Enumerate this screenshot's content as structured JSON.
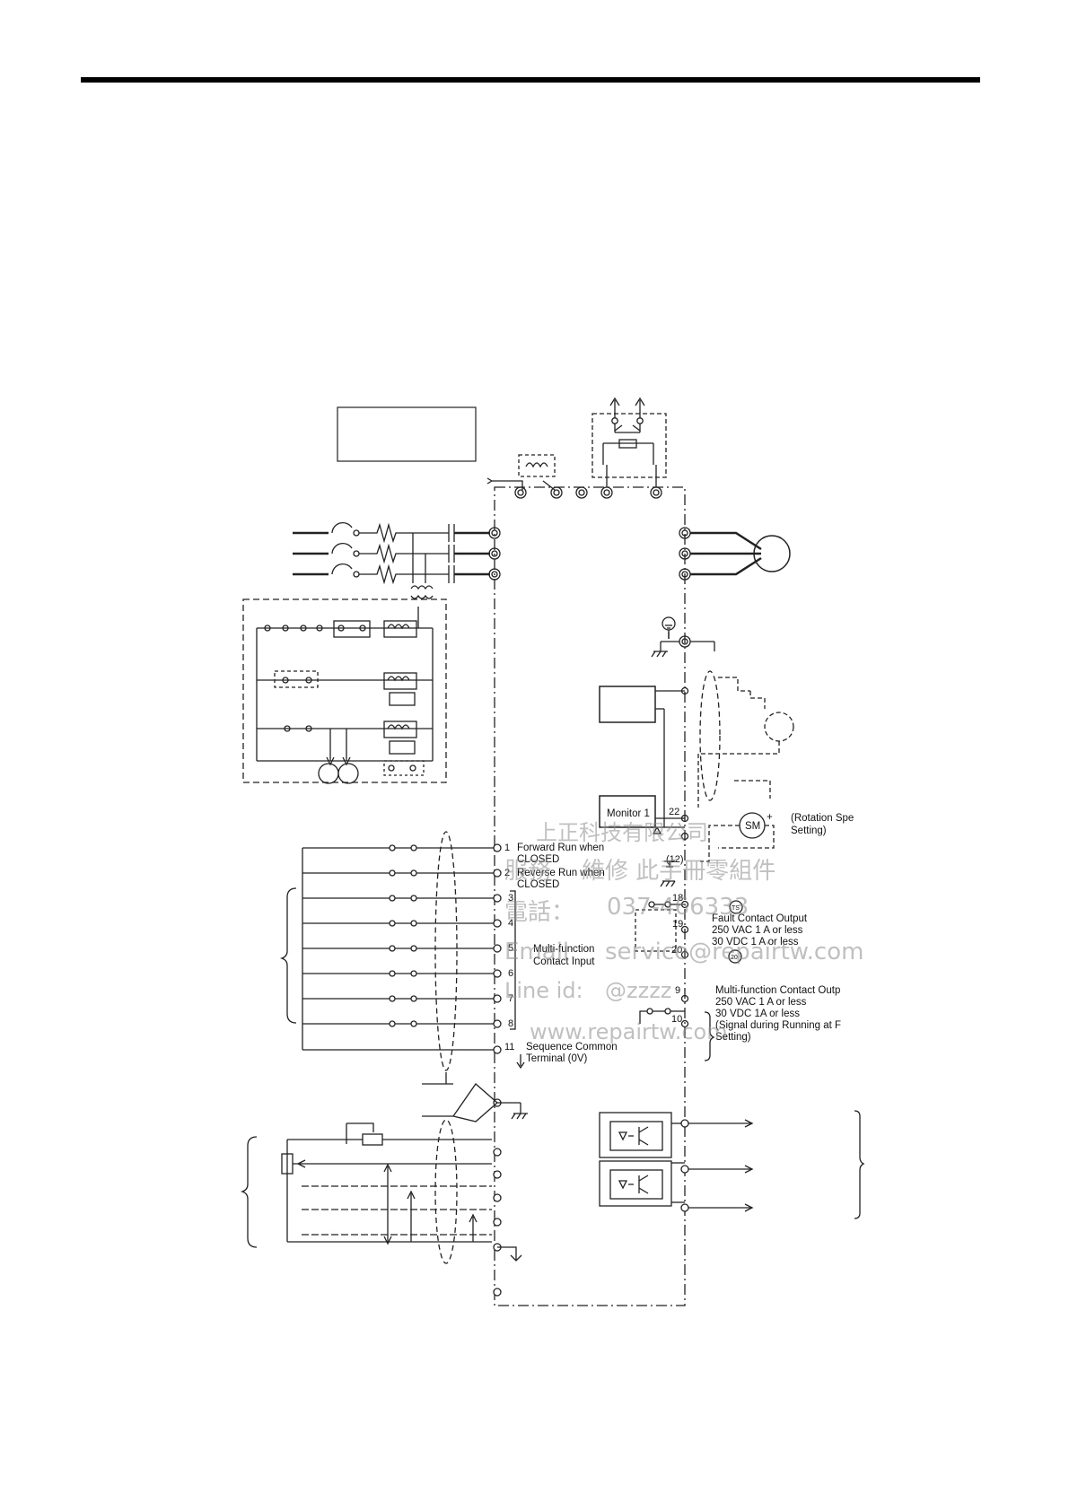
{
  "labels": {
    "monitor": "Monitor 1",
    "rotation_line1": "(Rotation Spe",
    "rotation_line2": "Setting)",
    "sm": "SM",
    "plus": "+",
    "forward_line1": "Forward Run when",
    "forward_line2": "CLOSED",
    "reverse_line1": "Reverse Run when",
    "reverse_line2": "CLOSED",
    "mf_input_line1": "Multi-function",
    "mf_input_line2": "Contact Input",
    "seq_line1": "Sequence Common",
    "seq_line2": "Terminal (0V)",
    "fault_line1": "Fault Contact Output",
    "fault_line2": "250 VAC  1 A or less",
    "fault_line3": "30 VDC  1 A or less",
    "mfo_line1": "Multi-function Contact Outp",
    "mfo_line2": "250 VAC  1 A or less",
    "mfo_line3": "30 VDC  1A or less",
    "mfo_line4": "(Signal during Running at F",
    "mfo_line5": "Setting)",
    "t12": "(12)",
    "mark_ts": "TS",
    "mark_20": "20"
  },
  "terminals": {
    "t1": "1",
    "t2": "2",
    "t3": "3",
    "t4": "4",
    "t5": "5",
    "t6": "6",
    "t7": "7",
    "t8": "8",
    "t11": "11",
    "t22": "22",
    "t18": "18",
    "t19": "19",
    "t20": "20",
    "t9": "9",
    "t10": "10"
  },
  "watermark": {
    "line1": "上正科技有限公司",
    "line2a": "服務",
    "line2b": "維修 此手冊零組件",
    "line3a": "電話：",
    "line3b": "037-466333",
    "line4a": "Email:",
    "line4b": "service@repairtw.com",
    "line5a": "Line id:",
    "line5b": "@zzzz",
    "line6": "www.repairtw.com"
  }
}
